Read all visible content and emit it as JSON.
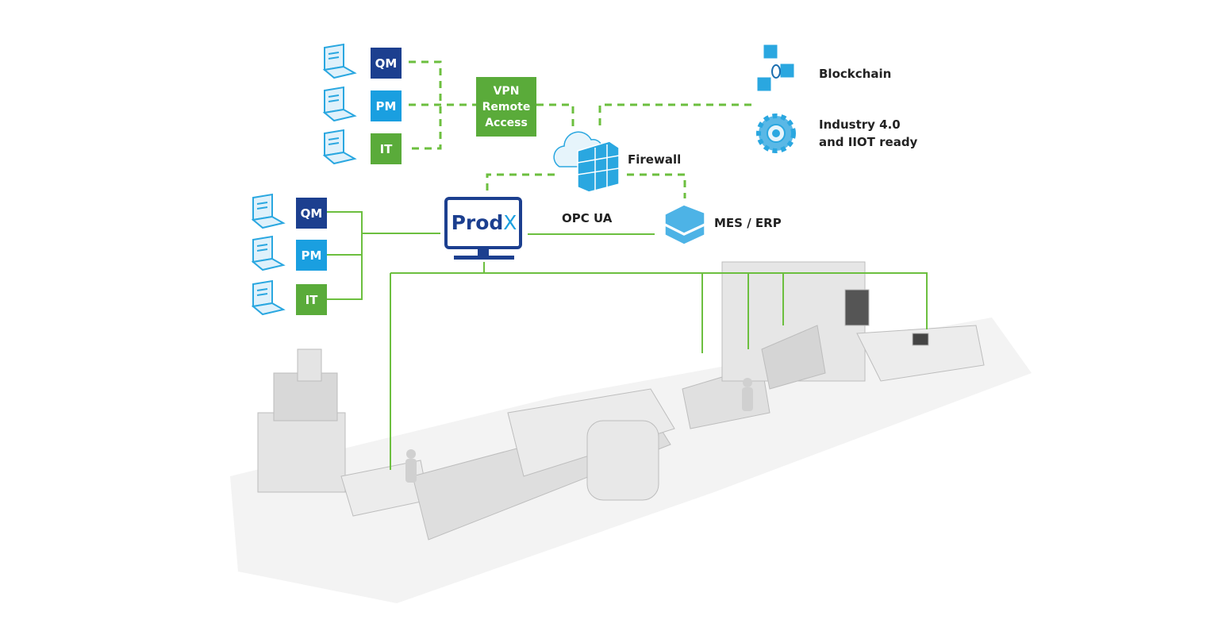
{
  "colors": {
    "qm": "#1c3f8f",
    "pm": "#1a9fe0",
    "it": "#5aab3a",
    "link": "#6cbf3f",
    "prodx": "#1c3f8f",
    "icon": "#2aa7e0"
  },
  "remote_group": {
    "boxes": [
      {
        "label": "QM"
      },
      {
        "label": "PM"
      },
      {
        "label": "IT"
      }
    ]
  },
  "local_group": {
    "boxes": [
      {
        "label": "QM"
      },
      {
        "label": "PM"
      },
      {
        "label": "IT"
      }
    ]
  },
  "vpn": {
    "lines": [
      "VPN",
      "Remote",
      "Access"
    ]
  },
  "firewall": {
    "label": "Firewall"
  },
  "blockchain": {
    "label": "Blockchain"
  },
  "industry": {
    "lines": [
      "Industry 4.0",
      "and IIOT ready"
    ]
  },
  "prodx": {
    "brand_a": "Prod",
    "brand_b": "X"
  },
  "opc": {
    "label": "OPC UA"
  },
  "mes": {
    "label": "MES / ERP"
  },
  "icons": [
    "laptop-icon",
    "cloud-icon",
    "firewall-icon",
    "blockchain-icon",
    "gear-icon",
    "monitor-icon",
    "server-icon"
  ]
}
